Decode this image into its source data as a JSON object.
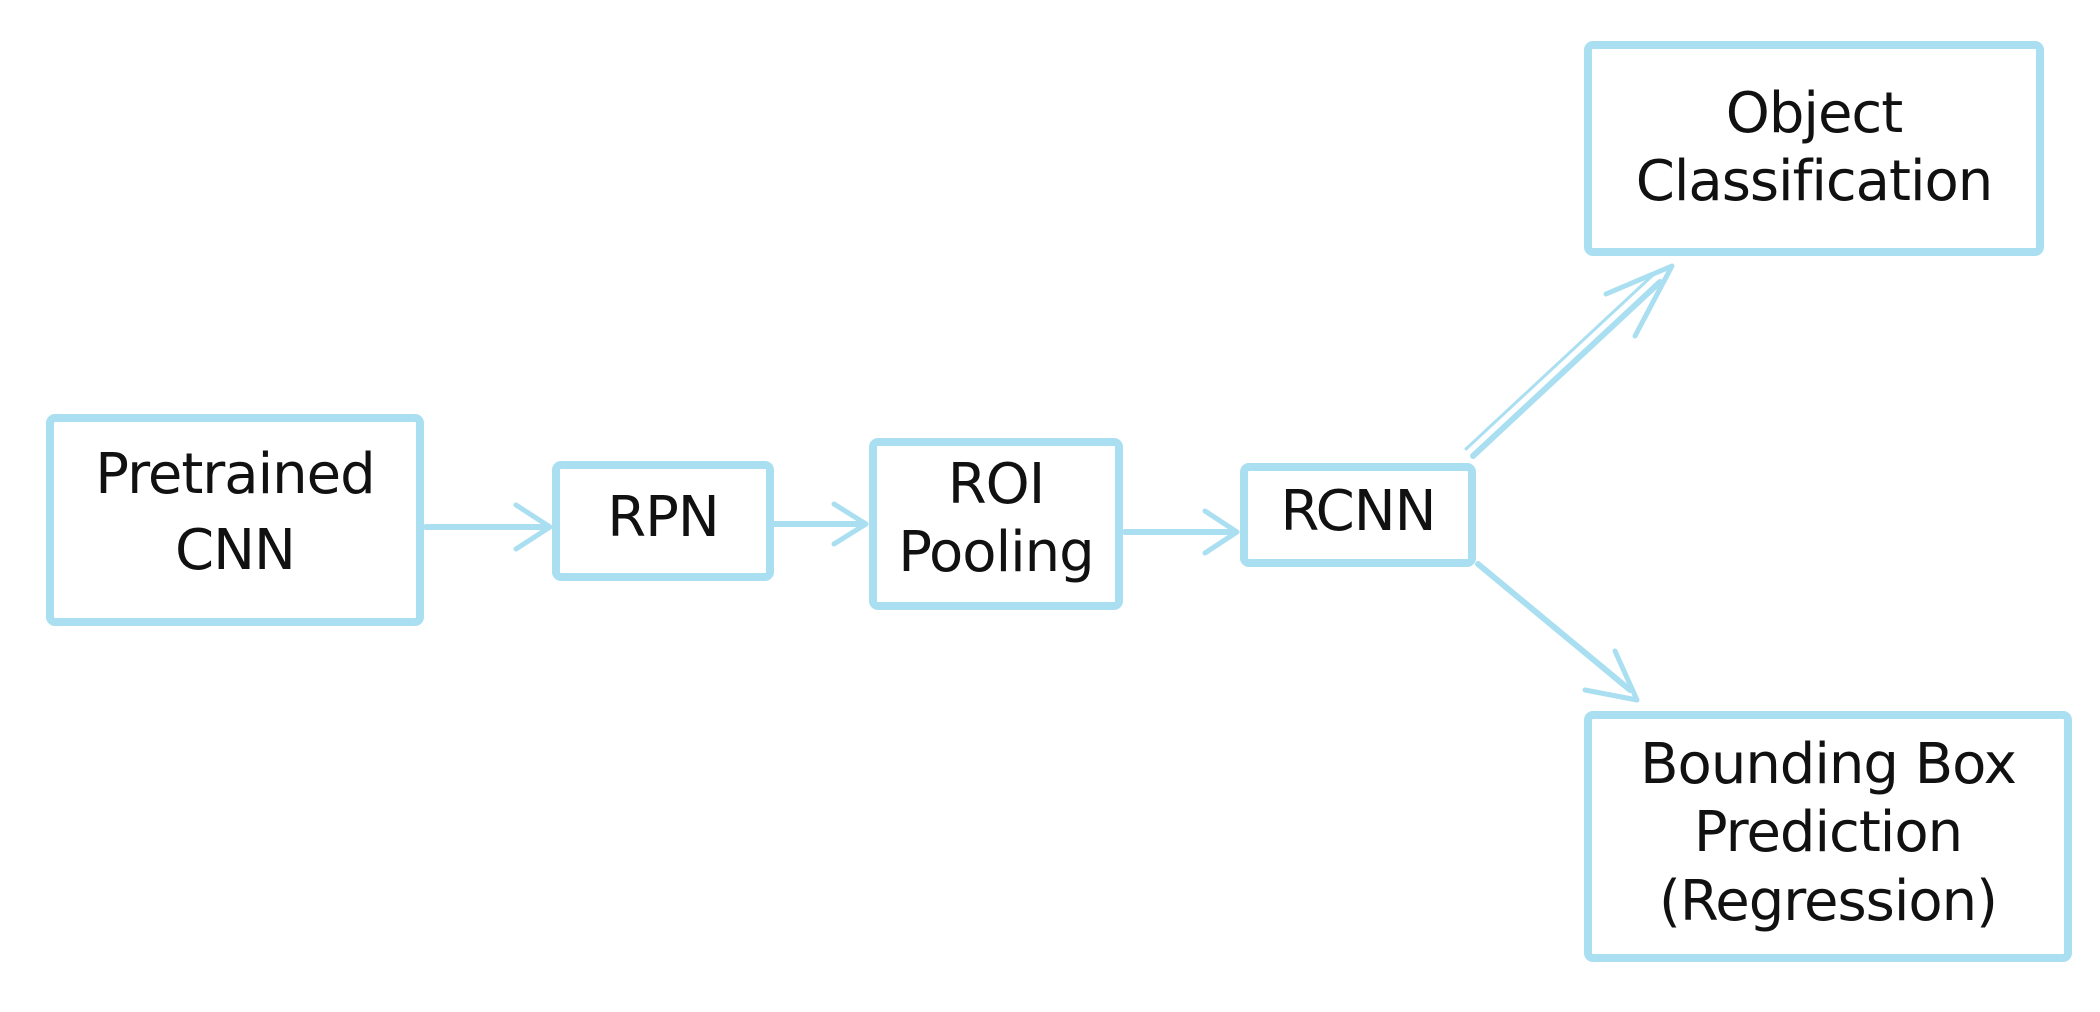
{
  "diagram": {
    "stroke_color": "#a9dff0",
    "text_color": "#111111",
    "nodes": {
      "pretrained_cnn": {
        "lines": [
          "Pretrained",
          "CNN"
        ]
      },
      "rpn": {
        "lines": [
          "RPN"
        ]
      },
      "roi_pooling": {
        "lines": [
          "ROI",
          "Pooling"
        ]
      },
      "rcnn": {
        "lines": [
          "RCNN"
        ]
      },
      "object_classification": {
        "lines": [
          "Object",
          "Classification"
        ]
      },
      "bounding_box_prediction": {
        "lines": [
          "Bounding Box",
          "Prediction",
          "(Regression)"
        ]
      }
    }
  }
}
